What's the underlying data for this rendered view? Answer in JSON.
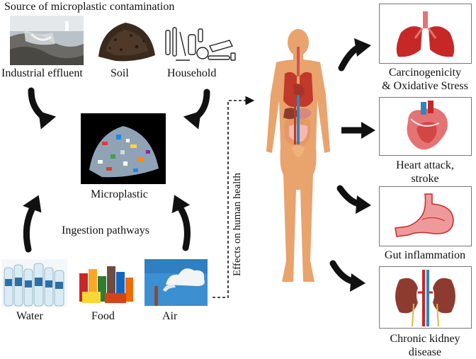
{
  "sources": {
    "title": "Source of microplastic contamination",
    "items": [
      {
        "label": "Industrial effluent",
        "icon": "industrial-effluent-photo"
      },
      {
        "label": "Soil",
        "icon": "soil-photo"
      },
      {
        "label": "Household",
        "icon": "household-items-drawing"
      }
    ]
  },
  "center": {
    "label": "Microplastic",
    "icon": "microplastic-pile-photo"
  },
  "pathways": {
    "title": "Ingestion pathways",
    "items": [
      {
        "label": "Water",
        "icon": "water-bottles-photo"
      },
      {
        "label": "Food",
        "icon": "packaged-food-photo"
      },
      {
        "label": "Air",
        "icon": "smokestack-air-photo"
      }
    ]
  },
  "health_link": {
    "label": "Effects on human health"
  },
  "effects": [
    {
      "line1": "Carcinogenicity",
      "line2": "& Oxidative Stress",
      "icon": "lungs-icon"
    },
    {
      "line1": "Heart attack,",
      "line2": "stroke",
      "icon": "heart-icon"
    },
    {
      "line1": "Gut inflammation",
      "line2": "",
      "icon": "stomach-icon"
    },
    {
      "line1": "Chronic kidney",
      "line2": "disease",
      "icon": "kidneys-icon"
    }
  ],
  "colors": {
    "arrow": "#111111",
    "skin": "#e9a36d",
    "organ_red": "#c62828",
    "sky": "#3c8fd0"
  }
}
